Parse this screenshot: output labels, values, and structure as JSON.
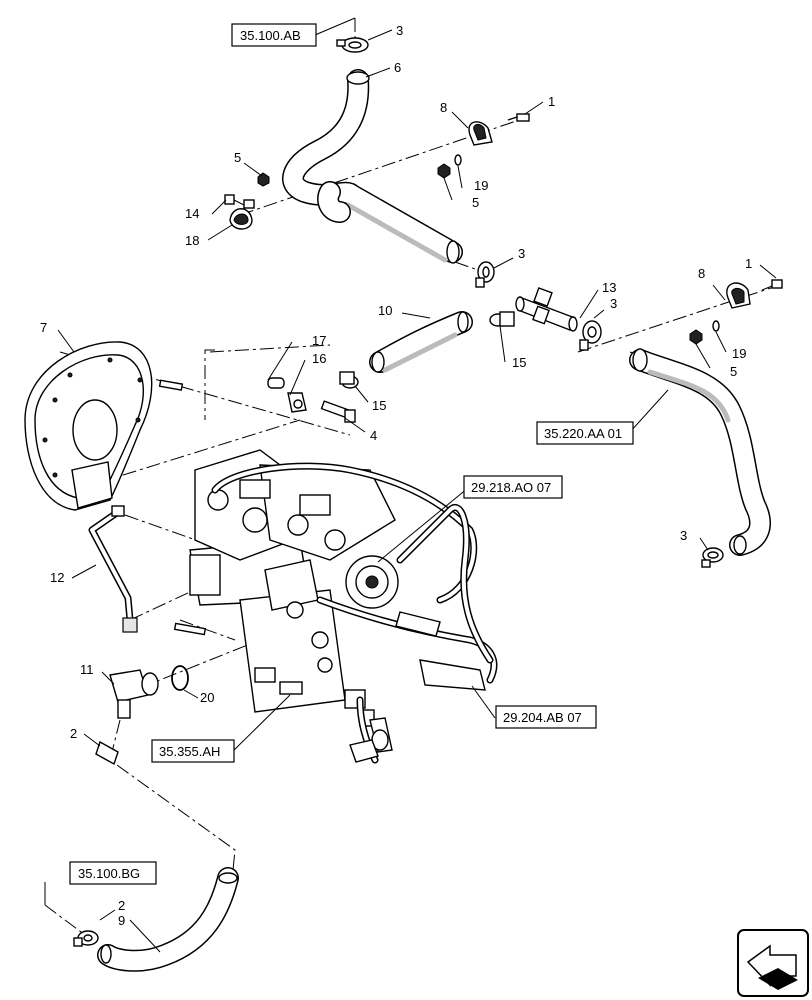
{
  "callouts": {
    "c1a": "1",
    "c1b": "1",
    "c2a": "2",
    "c2b": "2",
    "c3a": "3",
    "c3b": "3",
    "c3c": "3",
    "c3d": "3",
    "c4": "4",
    "c5a": "5",
    "c5b": "5",
    "c5c": "5",
    "c6": "6",
    "c7": "7",
    "c8a": "8",
    "c8b": "8",
    "c9": "9",
    "c10": "10",
    "c11": "11",
    "c12": "12",
    "c13": "13",
    "c14": "14",
    "c15a": "15",
    "c15b": "15",
    "c16": "16",
    "c17": "17",
    "c18": "18",
    "c19a": "19",
    "c19b": "19",
    "c20": "20"
  },
  "references": {
    "r1": "35.100.AB",
    "r2": "29.218.AO 07",
    "r3": "35.220.AA 01",
    "r4": "29.204.AB 07",
    "r5": "35.355.AH",
    "r6": "35.100.BG"
  },
  "icons": {
    "corner": "arrow-return-icon"
  }
}
